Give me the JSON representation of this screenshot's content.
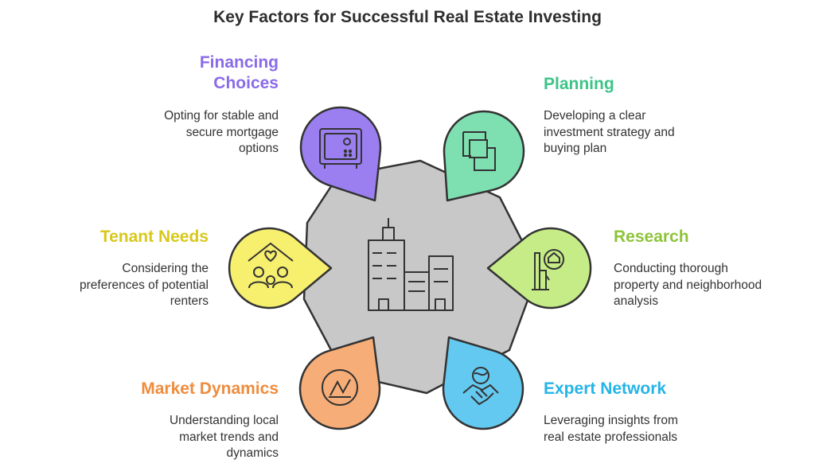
{
  "title": "Key Factors for Successful Real Estate Investing",
  "center": {
    "icon": "office-buildings-icon",
    "color": "#c8c8c8"
  },
  "factors": [
    {
      "id": "financing",
      "label": "Financing Choices",
      "description": "Opting for stable and secure mortgage options",
      "icon": "safe-icon",
      "color": "#9b7ff0",
      "text_color": "#8a6be8"
    },
    {
      "id": "planning",
      "label": "Planning",
      "description": "Developing a clear investment strategy and buying plan",
      "icon": "overlapping-squares-icon",
      "color": "#7ee0b0",
      "text_color": "#3cc487"
    },
    {
      "id": "tenant",
      "label": "Tenant Needs",
      "description": "Considering the preferences of potential renters",
      "icon": "family-home-icon",
      "color": "#f7ef6e",
      "text_color": "#d8c81a"
    },
    {
      "id": "research",
      "label": "Research",
      "description": "Conducting thorough property and neighborhood analysis",
      "icon": "city-search-icon",
      "color": "#c6ec87",
      "text_color": "#8ec43a"
    },
    {
      "id": "market",
      "label": "Market Dynamics",
      "description": "Understanding local market trends and dynamics",
      "icon": "trend-chart-icon",
      "color": "#f7ad77",
      "text_color": "#ef8c3d"
    },
    {
      "id": "network",
      "label": "Expert Network",
      "description": "Leveraging insights from real estate professionals",
      "icon": "handshake-globe-icon",
      "color": "#64c9f0",
      "text_color": "#25b4e8"
    }
  ]
}
